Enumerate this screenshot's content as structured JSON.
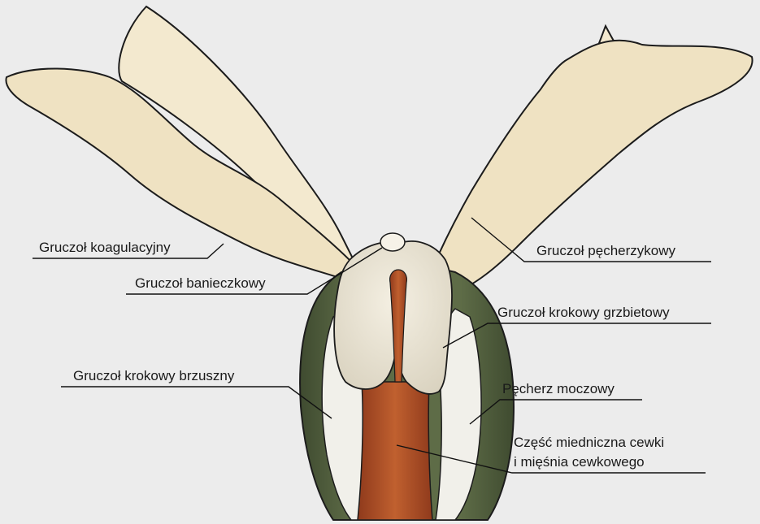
{
  "diagram": {
    "labels": {
      "coagulating_gland": "Gruczoł koagulacyjny",
      "ampullary_gland": "Gruczoł banieczkowy",
      "ventral_prostate": "Gruczoł krokowy brzuszny",
      "seminal_vesicle": "Gruczoł pęcherzykowy",
      "dorsal_prostate": "Gruczoł krokowy grzbietowy",
      "urinary_bladder": "Pęcherz moczowy",
      "urethra_line1": "Część miedniczna cewki",
      "urethra_line2": "i mięśnia cewkowego"
    },
    "colors": {
      "background": "#ececec",
      "gland_tan": "#efe2c2",
      "gland_tan_light": "#f3e9cf",
      "bladder_green": "#4a5638",
      "bladder_green_light": "#6d7a58",
      "prostate_cream": "#e8e2d2",
      "ventral_white": "#f1f0ea",
      "urethra": "#b5542e",
      "outline": "#1c1c1c"
    }
  }
}
